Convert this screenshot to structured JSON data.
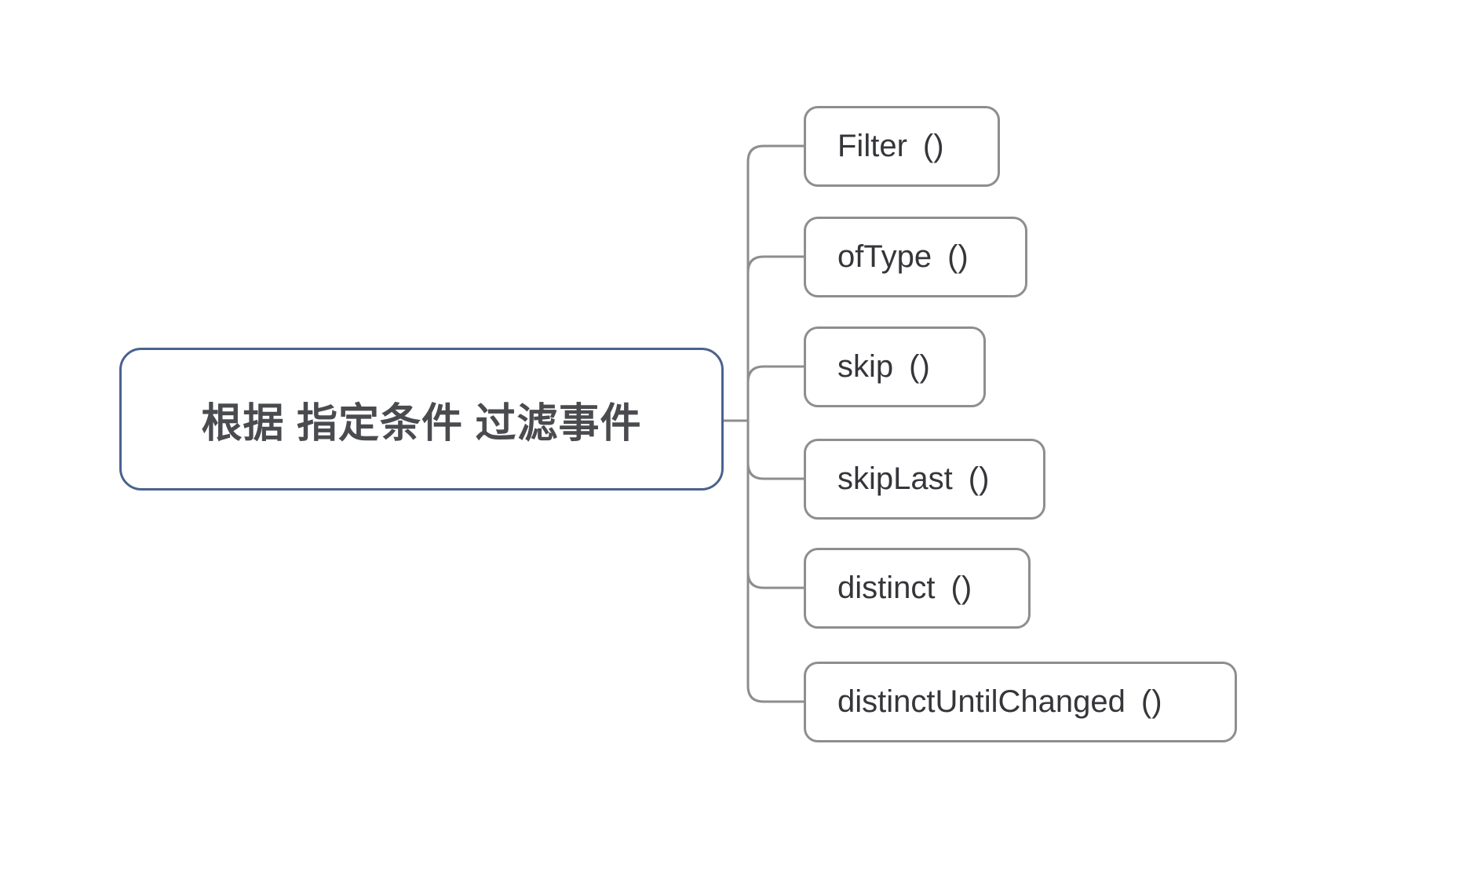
{
  "diagram": {
    "root": {
      "label": "根据 指定条件 过滤事件"
    },
    "children": [
      {
        "name": "Filter",
        "args": "()"
      },
      {
        "name": "ofType",
        "args": "()"
      },
      {
        "name": "skip",
        "args": "()"
      },
      {
        "name": "skipLast",
        "args": "()"
      },
      {
        "name": "distinct",
        "args": "()"
      },
      {
        "name": "distinctUntilChanged",
        "args": "()"
      }
    ],
    "colors": {
      "background": "#ffffff",
      "root_border": "#4a6290",
      "root_text": "#4a4b4f",
      "child_border": "#8e8e8e",
      "child_text": "#35363a",
      "connector": "#8d8d8d"
    }
  }
}
